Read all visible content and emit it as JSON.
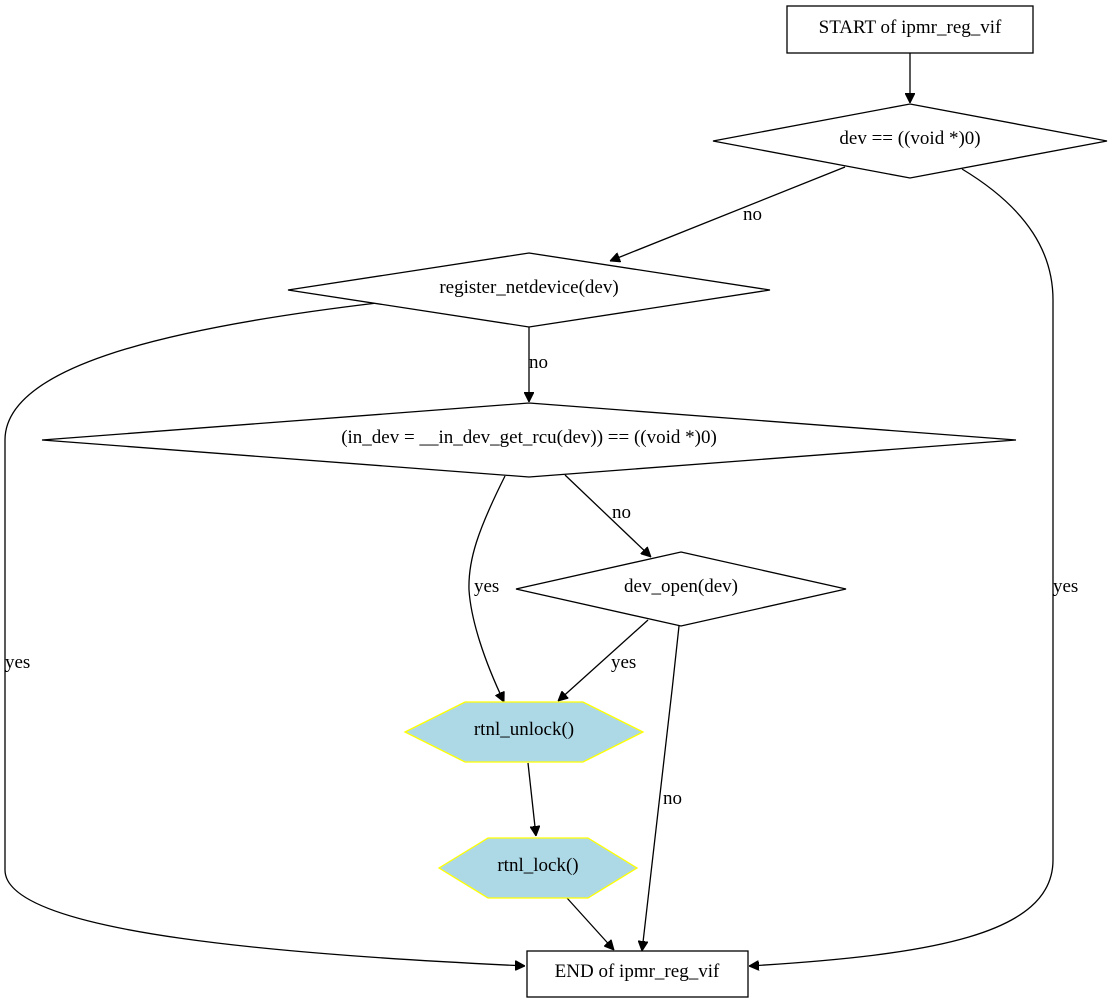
{
  "diagram": {
    "nodes": {
      "start": "START of ipmr_reg_vif",
      "check_dev": "dev == ((void *)0)",
      "register": "register_netdevice(dev)",
      "check_in_dev": "(in_dev = __in_dev_get_rcu(dev)) == ((void *)0)",
      "dev_open": "dev_open(dev)",
      "rtnl_unlock": "rtnl_unlock()",
      "rtnl_lock": "rtnl_lock()",
      "end": "END of ipmr_reg_vif"
    },
    "edges": {
      "check_dev_no": "no",
      "check_dev_yes": "yes",
      "register_no": "no",
      "register_yes": "yes",
      "in_dev_yes": "yes",
      "in_dev_no": "no",
      "dev_open_yes": "yes",
      "dev_open_no": "no"
    },
    "colors": {
      "function_fill": "#add8e6",
      "function_stroke": "#ffff00",
      "line": "#000000",
      "background": "#ffffff"
    }
  }
}
